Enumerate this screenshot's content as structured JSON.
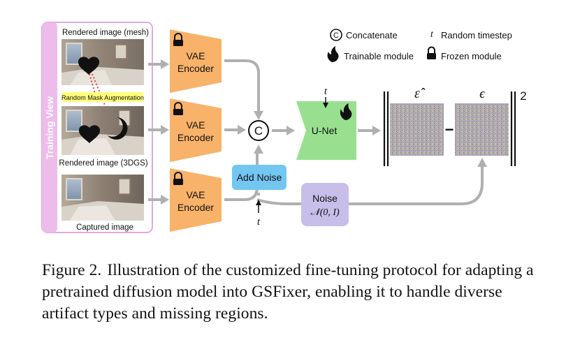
{
  "diagram": {
    "training_view": "Training View",
    "rendered_mesh_label": "Rendered image (mesh)",
    "random_mask_label": "Random Mask Augmentation",
    "rendered_3dgs_label": "Rendered image (3DGS)",
    "captured_label": "Captured image",
    "vae_top": [
      "VAE",
      "Encoder"
    ],
    "vae_mid": [
      "VAE",
      "Encoder"
    ],
    "vae_bot": [
      "VAE",
      "Encoder"
    ],
    "concat_symbol": "C",
    "unet_label": "U-Net",
    "timestep_symbol": "t",
    "add_noise_label": "Add Noise",
    "noise_label": "Noise",
    "noise_dist": "𝒩(0, I)",
    "eps_hat": "ε̂",
    "eps": "ϵ",
    "minus": "−",
    "exponent": "2",
    "legend": {
      "concatenate": "Concatenate",
      "random_timestep": "Random timestep",
      "trainable": "Trainable module",
      "frozen": "Frozen module"
    },
    "colors": {
      "vae": "#F8B26A",
      "unet": "#98E08F",
      "add_noise": "#73C6F0",
      "noise": "#C8BEEA",
      "training_view": "#EDBCEB",
      "mask_label_bg": "#FFFF7A",
      "arrow": "#B0B0B0"
    }
  },
  "caption": {
    "figure_label": "Figure 2.",
    "text": "Illustration of the customized fine-tuning protocol for adapting a pretrained diffusion model into GSFixer, enabling it to handle diverse artifact types and missing regions."
  }
}
